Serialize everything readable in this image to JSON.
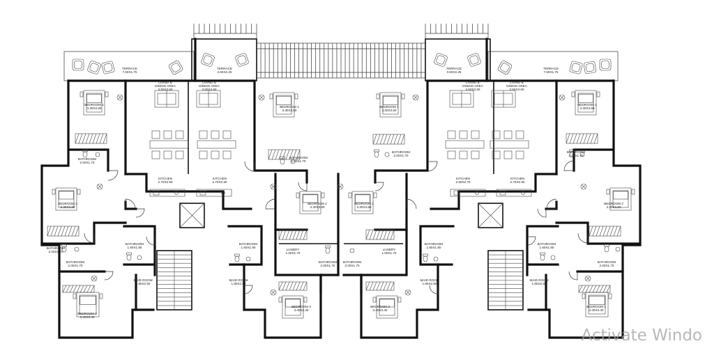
{
  "watermark": "Activate Windo",
  "labels": {
    "terrace_outer": {
      "name": "TERRACE",
      "size": "7.50X1.75"
    },
    "terrace_inner": {
      "name": "TERRACE",
      "size": "3.60X2.25"
    },
    "living": {
      "name": "LIVING &",
      "sub": "DINING AREA",
      "size": "3.50X3.60"
    },
    "bedroom1": {
      "name": "BEDROOM 1",
      "size": "3.30X3.60"
    },
    "bedroom2": {
      "name": "BEDROOM 2",
      "size": "3.30X3.60"
    },
    "bedroom3": {
      "name": "BEDROOM 3",
      "size": "3.40X3.40"
    },
    "bathroom_a": {
      "name": "BATHROOM",
      "size": "2.00X1.70"
    },
    "bathroom_b": {
      "name": "BATHROOM",
      "size": "1.60X1.80"
    },
    "bathroom_c": {
      "name": "BATHROOM",
      "size": "2.00X1.70"
    },
    "kitchen_a": {
      "name": "KITCHEN",
      "size": "2.70X2.90"
    },
    "kitchen_b": {
      "name": "KITCHEN",
      "size": "2.60X2.70"
    },
    "maid": {
      "name": "MAID ROOM",
      "size": "1.80X2.50"
    },
    "laundry": {
      "name": "LUNDRY",
      "size": "1.00X1.70"
    }
  }
}
